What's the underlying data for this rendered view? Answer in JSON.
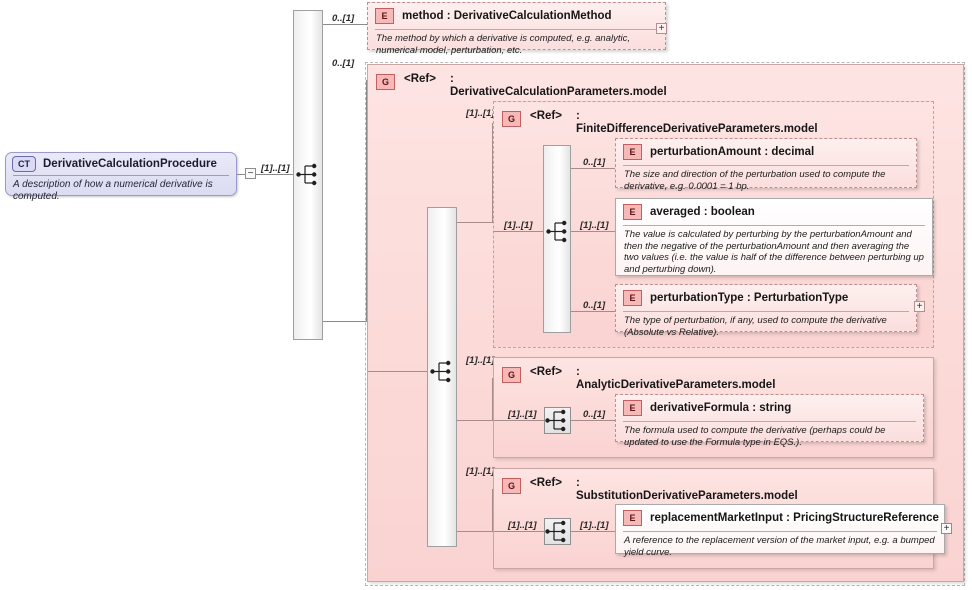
{
  "diagram": {
    "kind": "xsd-schema-diagram",
    "root": {
      "badge": "CT",
      "name": "DerivativeCalculationProcedure",
      "description": "A description of how a numerical derivative is computed.",
      "collapse_glyph": "−",
      "cardinality": "[1]..[1]"
    },
    "nodes": [
      {
        "id": "method",
        "badge": "E",
        "label": "method  :  DerivativeCalculationMethod",
        "description": "The method by which a derivative is computed, e.g. analytic, numerical model, perturbation, etc.",
        "cardinality": "0..[1]",
        "expand_glyph": "+"
      },
      {
        "id": "derivative-calculation-parameters-model",
        "badge": "G",
        "ref": "<Ref>",
        "type": ": DerivativeCalculationParameters.model",
        "cardinality": "0..[1]"
      },
      {
        "id": "finite-difference-derivative-parameters-model",
        "badge": "G",
        "ref": "<Ref>",
        "type": ": FiniteDifferenceDerivativeParameters.model",
        "cardinality": "[1]..[1]"
      },
      {
        "id": "perturbation-amount",
        "badge": "E",
        "label": "perturbationAmount  :  decimal",
        "description": "The size and direction of the perturbation used to compute the derivative, e.g. 0.0001 = 1 bp.",
        "cardinality": "0..[1]"
      },
      {
        "id": "averaged",
        "badge": "E",
        "label": "averaged  :  boolean",
        "description": "The value is calculated by perturbing by the perturbationAmount and then the negative of the perturbationAmount and then averaging the two values (i.e. the value is half of the difference between perturbing up and perturbing down).",
        "cardinality": "[1]..[1]"
      },
      {
        "id": "perturbation-type",
        "badge": "E",
        "label": "perturbationType  :  PerturbationType",
        "description": "The type of perturbation, if any, used to compute the derivative (Absolute vs Relative).",
        "cardinality": "0..[1]",
        "expand_glyph": "+"
      },
      {
        "id": "analytic-derivative-parameters-model",
        "badge": "G",
        "ref": "<Ref>",
        "type": ": AnalyticDerivativeParameters.model",
        "cardinality": "[1]..[1]",
        "inner_cardinality": "[1]..[1]"
      },
      {
        "id": "derivative-formula",
        "badge": "E",
        "label": "derivativeFormula  :  string",
        "description": "The formula used to compute the derivative (perhaps could be updated to use the Formula type in EQS.).",
        "cardinality": "0..[1]"
      },
      {
        "id": "substitution-derivative-parameters-model",
        "badge": "G",
        "ref": "<Ref>",
        "type": ": SubstitutionDerivativeParameters.model",
        "cardinality": "[1]..[1]",
        "inner_cardinality": "[1]..[1]"
      },
      {
        "id": "replacement-market-input",
        "badge": "E",
        "label": "replacementMarketInput  :  PricingStructureReference",
        "description": "A reference to the replacement version of the market input, e.g. a bumped yield curve.",
        "cardinality": "[1]..[1]",
        "expand_glyph": "+"
      }
    ],
    "compositors": [
      {
        "id": "root-choice",
        "icon": "choice-compositor-icon"
      },
      {
        "id": "params-choice",
        "icon": "choice-compositor-icon"
      },
      {
        "id": "finite-difference-sequence",
        "icon": "sequence-compositor-icon"
      },
      {
        "id": "analytic-sequence",
        "icon": "sequence-compositor-icon"
      },
      {
        "id": "substitution-sequence",
        "icon": "sequence-compositor-icon"
      }
    ],
    "colors": {
      "element_fill": "#fbdedd",
      "element_badge": "#f6b9b7",
      "group_fill": "#fbd9d7",
      "complex_type_fill": "#dcdcf2",
      "line": "#8a8a8a"
    }
  }
}
